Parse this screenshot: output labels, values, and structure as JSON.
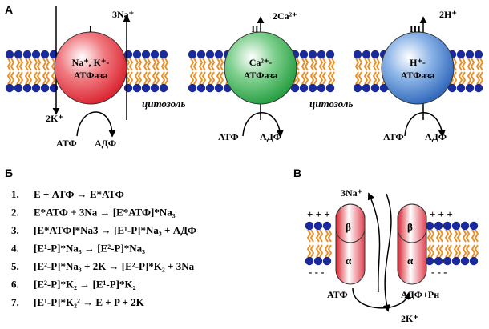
{
  "panel_a": {
    "label": "А",
    "cytosol_label": "цитозоль",
    "pumps": [
      {
        "numeral": "I",
        "name_line1": "Na⁺, K⁺-",
        "name_line2": "АТФаза",
        "out_ion": "3Na⁺",
        "in_ion": "2K⁺",
        "atp": "АТФ",
        "adp": "АДФ",
        "color": "#e8323c"
      },
      {
        "numeral": "II",
        "name_line1": "Ca²⁺-",
        "name_line2": "АТФаза",
        "out_ion": "2Ca²⁺",
        "atp": "АТФ",
        "adp": "АДФ",
        "color": "#2fa84a"
      },
      {
        "numeral": "III",
        "name_line1": "H⁺-",
        "name_line2": "АТФаза",
        "out_ion": "2H⁺",
        "atp": "АТФ",
        "adp": "АДФ",
        "color": "#3a78c8"
      }
    ]
  },
  "panel_b": {
    "label": "Б",
    "steps": [
      {
        "num": "1.",
        "text": "E + АТФ → E*АТФ"
      },
      {
        "num": "2.",
        "text": "E*АТФ + 3Na → [E*АТФ]*Na₃"
      },
      {
        "num": "3.",
        "text": "[E*АТФ]*Na3 → [E¹-P]*Na₃ + АДФ"
      },
      {
        "num": "4.",
        "text": "[E¹-P]*Na₃ → [E²-P]*Na₃"
      },
      {
        "num": "5.",
        "text": "[E²-P]*Na₃ + 2K → [E²-P]*K₂ + 3Na"
      },
      {
        "num": "6.",
        "text": "[E²-P]*K₂ → [E¹-P]*K₂"
      },
      {
        "num": "7.",
        "text": "[E¹-P]*K₂² → E + P + 2K"
      }
    ]
  },
  "panel_c": {
    "label": "В",
    "top_ion": "3Na⁺",
    "bottom_ion": "2K⁺",
    "beta": "β",
    "alpha": "α",
    "atp": "АТФ",
    "adp_pi": "АДФ+Pн",
    "plus_signs": "+ + +",
    "minus_signs": "- - -"
  },
  "colors": {
    "lipid_head": "#1a2a9c",
    "lipid_tail": "#e8902a",
    "pump_c": "#e8323c"
  }
}
